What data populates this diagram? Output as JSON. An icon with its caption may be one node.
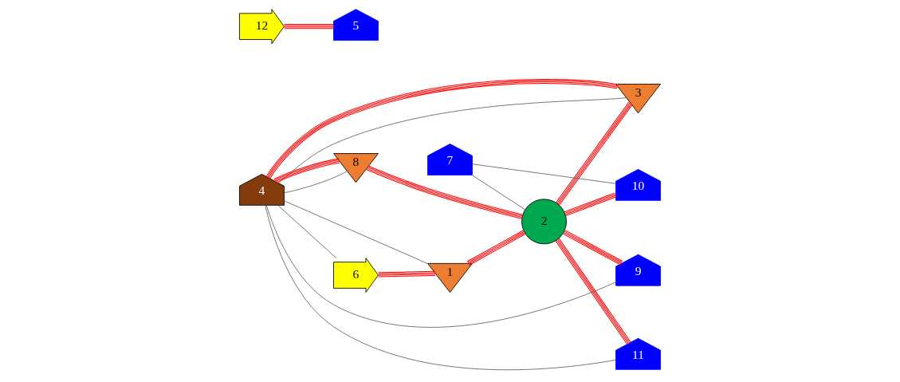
{
  "diagram": {
    "nodes": [
      {
        "text": [
          "1"
        ]
      },
      {
        "text": [
          "2"
        ]
      },
      {
        "text": [
          "3"
        ]
      },
      {
        "text": [
          "4"
        ]
      },
      {
        "text": [
          "5"
        ]
      },
      {
        "text": [
          "6"
        ]
      },
      {
        "text": [
          "7"
        ]
      },
      {
        "text": [
          "8"
        ]
      },
      {
        "text": [
          "9"
        ]
      },
      {
        "text": [
          "10"
        ]
      },
      {
        "text": [
          "11"
        ]
      },
      {
        "text": [
          "12"
        ]
      }
    ],
    "edges": [
      {
        "from": 6,
        "to": 9,
        "arrow": "none",
        "color": "#606060"
      },
      {
        "from": 6,
        "to": 1,
        "arrow": "none",
        "color": "#606060"
      },
      {
        "from": 3,
        "to": 10,
        "arrow": "none",
        "color": "#606060"
      },
      {
        "from": 3,
        "to": 7,
        "arrow": "none",
        "color": "#606060"
      },
      {
        "from": 3,
        "to": 5,
        "arrow": "none",
        "color": "#606060"
      },
      {
        "from": 3,
        "to": 0,
        "arrow": "none",
        "color": "#606060"
      },
      {
        "from": 3,
        "to": 2,
        "arrow": "none",
        "color": "#606060"
      },
      {
        "from": 3,
        "to": 8,
        "arrow": "none",
        "color": "#606060"
      },
      {
        "from": 3,
        "to": 7,
        "arrow": "none"
      },
      {
        "from": 7,
        "to": 1,
        "arrow": "none"
      },
      {
        "from": 5,
        "to": 0,
        "arrow": "none"
      },
      {
        "from": 0,
        "to": 1,
        "arrow": "none"
      },
      {
        "from": 3,
        "to": 2,
        "arrow": "none"
      },
      {
        "from": 1,
        "to": 2,
        "arrow": "none"
      },
      {
        "from": 1,
        "to": 10,
        "arrow": "none"
      },
      {
        "from": 1,
        "to": 9,
        "arrow": "none"
      },
      {
        "from": 1,
        "to": 8,
        "arrow": "none"
      },
      {
        "from": 11,
        "to": 4,
        "arrow": "none"
      }
    ]
  }
}
